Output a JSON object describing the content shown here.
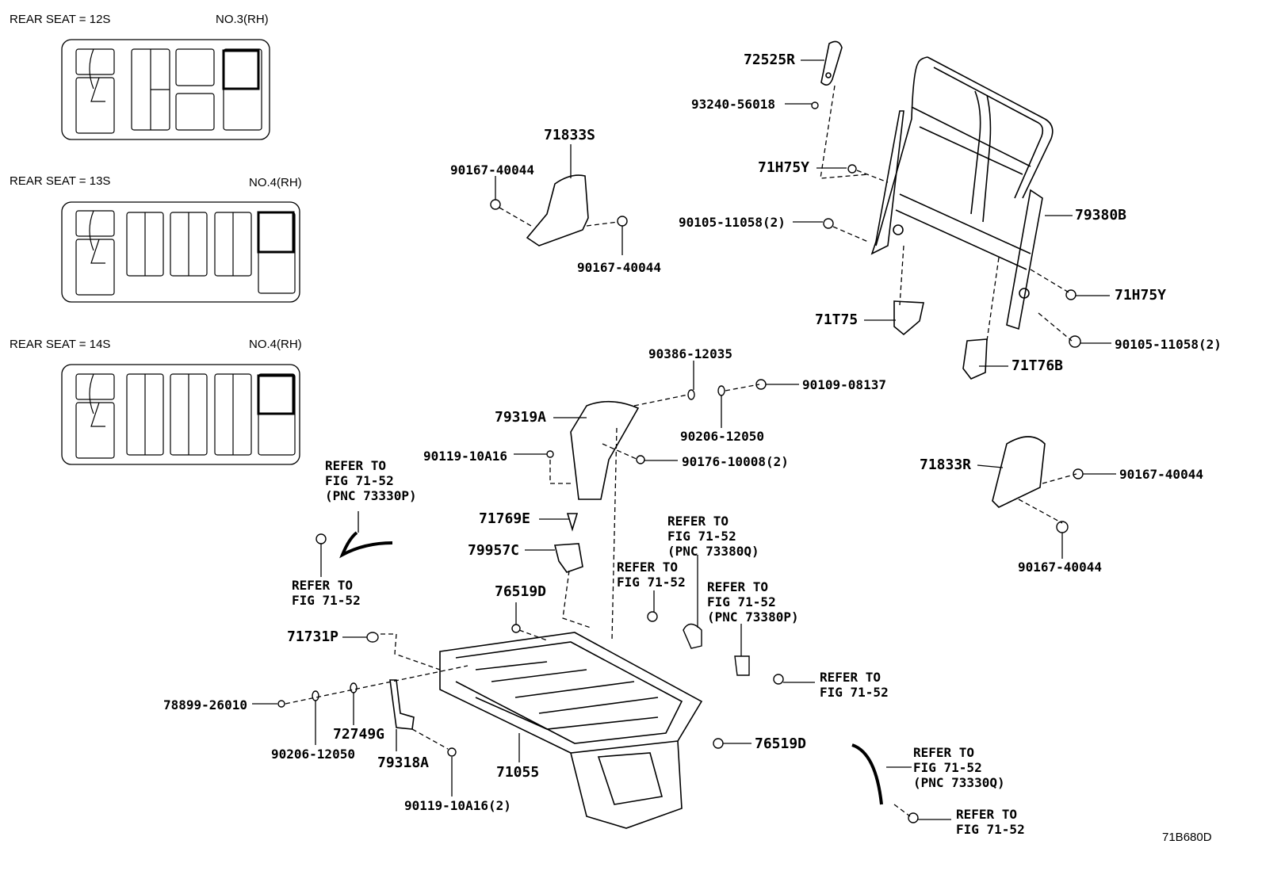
{
  "diagram_id": "71B680D",
  "insets": [
    {
      "title": "REAR SEAT = 12S",
      "position": "NO.3(RH)"
    },
    {
      "title": "REAR SEAT = 13S",
      "position": "NO.4(RH)"
    },
    {
      "title": "REAR SEAT = 14S",
      "position": "NO.4(RH)"
    }
  ],
  "parts": {
    "p72525R": "72525R",
    "p93240": "93240-56018",
    "p71H75Y_a": "71H75Y",
    "p90105_a": "90105-11058(2)",
    "p79380B": "79380B",
    "p71H75Y_b": "71H75Y",
    "p90105_b": "90105-11058(2)",
    "p71T75": "71T75",
    "p71T76B": "71T76B",
    "p71833S": "71833S",
    "p90167_a": "90167-40044",
    "p90167_b": "90167-40044",
    "p90386": "90386-12035",
    "p90109": "90109-08137",
    "p90206_a": "90206-12050",
    "p79319A": "79319A",
    "p90119_a": "90119-10A16",
    "p90176": "90176-10008(2)",
    "p71833R": "71833R",
    "p90167_c": "90167-40044",
    "p90167_d": "90167-40044",
    "p71769E": "71769E",
    "p79957C": "79957C",
    "p76519D_a": "76519D",
    "p71731P": "71731P",
    "p78899": "78899-26010",
    "p90206_b": "90206-12050",
    "p72749G": "72749G",
    "p79318A": "79318A",
    "p90119_b": "90119-10A16(2)",
    "p71055": "71055",
    "p76519D_b": "76519D"
  },
  "refs": {
    "r1": "REFER TO\nFIG 71-52\n(PNC 73330P)",
    "r2": "REFER TO\nFIG 71-52",
    "r3": "REFER TO\nFIG 71-52\n(PNC 73380Q)",
    "r4": "REFER TO\nFIG 71-52",
    "r5": "REFER TO\nFIG 71-52\n(PNC 73380P)",
    "r6": "REFER TO\nFIG 71-52",
    "r7": "REFER TO\nFIG 71-52\n(PNC 73330Q)",
    "r8": "REFER TO\nFIG 71-52"
  }
}
